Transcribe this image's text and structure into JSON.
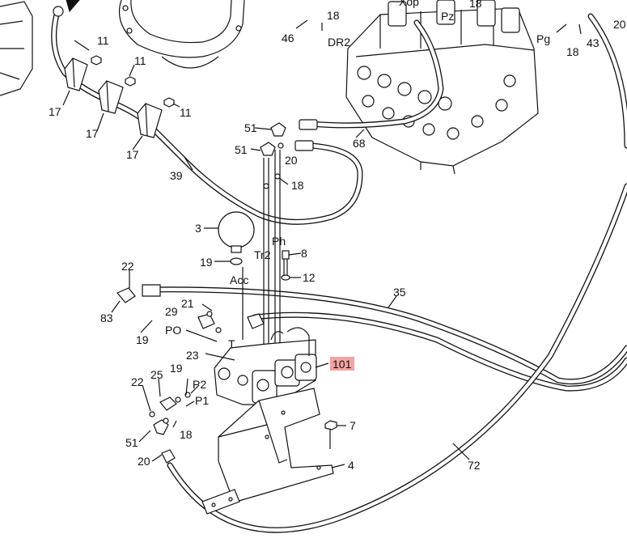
{
  "labels": {
    "p11a": "11",
    "p11b": "11",
    "p11c": "11",
    "p17a": "17",
    "p17b": "17",
    "p17c": "17",
    "p39": "39",
    "p46": "46",
    "p18a": "18",
    "dr2": "DR2",
    "xop": "Xop",
    "pz": "Pz",
    "p18b": "18",
    "pg": "Pg",
    "p18c": "18",
    "p43": "43",
    "p20a": "20",
    "p51a": "51",
    "p51b": "51",
    "p20b": "20",
    "p68": "68",
    "p18d": "18",
    "p3": "3",
    "ph": "Ph",
    "p19a": "19",
    "tr2": "Tr2",
    "p8": "8",
    "acc": "Acc",
    "p12": "12",
    "p22a": "22",
    "p35": "35",
    "p83": "83",
    "p21": "21",
    "p29": "29",
    "p19b": "19",
    "po": "PO",
    "t": "T",
    "p23": "23",
    "p101": "101",
    "p19c": "19",
    "p25": "25",
    "p22b": "22",
    "p2": "P2",
    "p1": "P1",
    "p18e": "18",
    "p7": "7",
    "p51c": "51",
    "p20c": "20",
    "p4": "4",
    "p72": "72"
  },
  "colors": {
    "highlight": "#f4a3a3",
    "line": "#111111",
    "background": "#ffffff"
  }
}
